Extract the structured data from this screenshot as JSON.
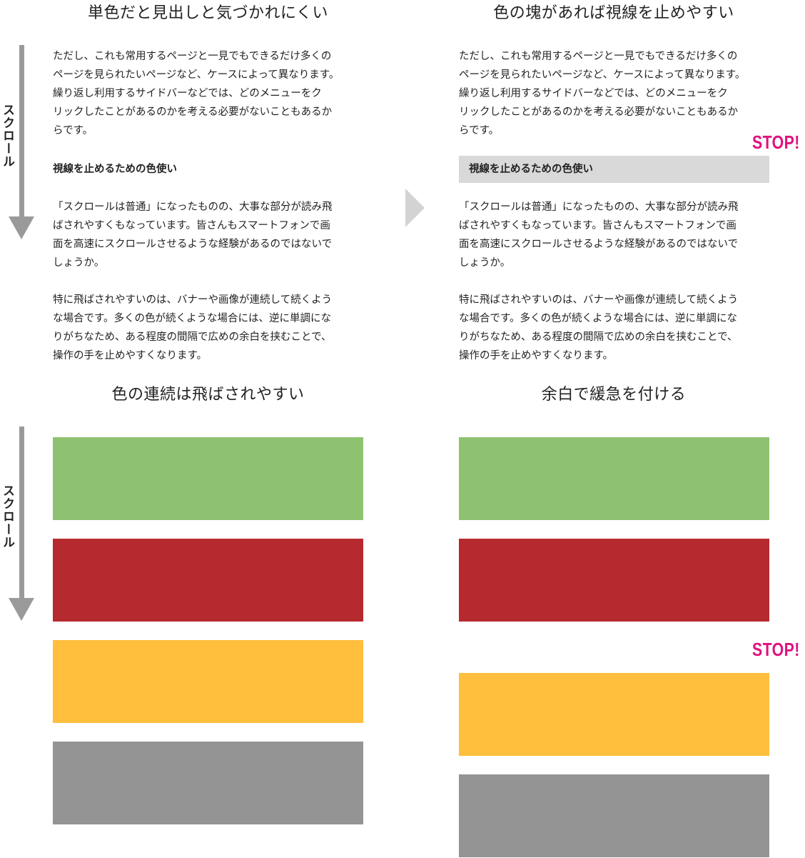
{
  "colors": {
    "green": "#8ec270",
    "red": "#b6292e",
    "yellow": "#ffbe3c",
    "gray": "#949494",
    "stop": "#e0117f",
    "arrow": "#9a9a9a",
    "highlight": "#d9d9d9"
  },
  "scroll_label": "スクロール",
  "stop_label": "STOP!",
  "top_left": {
    "title": "単色だと見出しと気づかれにくい",
    "para1": [
      "ただし、これも常用するページと一見でもできるだけ多くの",
      "ページを見られたいページなど、ケースによって異なります。",
      "繰り返し利用するサイドバーなどでは、どのメニューをク",
      "リックしたことがあるのかを考える必要がないこともあるか",
      "らです。"
    ],
    "heading": "視線を止めるための色使い",
    "para2": [
      "「スクロールは普通」になったものの、大事な部分が読み飛",
      "ばされやすくもなっています。皆さんもスマートフォンで画",
      "面を高速にスクロールさせるような経験があるのではないで",
      "しょうか。"
    ],
    "para3": [
      "特に飛ばされやすいのは、バナーや画像が連続して続くよう",
      "な場合です。多くの色が続くような場合には、逆に単調にな",
      "りがちなため、ある程度の間隔で広めの余白を挟むことで、",
      "操作の手を止めやすくなります。"
    ]
  },
  "top_right": {
    "title": "色の塊があれば視線を止めやすい",
    "para1": [
      "ただし、これも常用するページと一見でもできるだけ多くの",
      "ページを見られたいページなど、ケースによって異なります。",
      "繰り返し利用するサイドバーなどでは、どのメニューをク",
      "リックしたことがあるのかを考える必要がないこともあるか",
      "らです。"
    ],
    "heading": "視線を止めるための色使い",
    "para2": [
      "「スクロールは普通」になったものの、大事な部分が読み飛",
      "ばされやすくもなっています。皆さんもスマートフォンで画",
      "面を高速にスクロールさせるような経験があるのではないで",
      "しょうか。"
    ],
    "para3": [
      "特に飛ばされやすいのは、バナーや画像が連続して続くよう",
      "な場合です。多くの色が続くような場合には、逆に単調にな",
      "りがちなため、ある程度の間隔で広めの余白を挟むことで、",
      "操作の手を止めやすくなります。"
    ]
  },
  "bottom_left": {
    "title": "色の連続は飛ばされやすい"
  },
  "bottom_right": {
    "title": "余白で緩急を付ける"
  }
}
